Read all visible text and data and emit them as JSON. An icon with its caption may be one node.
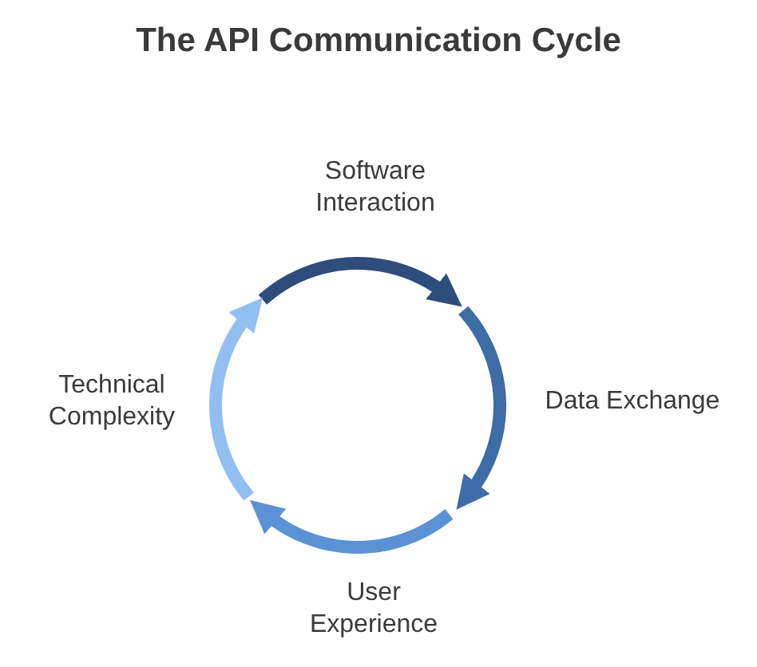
{
  "diagram": {
    "title": "The API Communication Cycle",
    "labels": [
      "Software Interaction",
      "Data Exchange",
      "User Experience",
      "Technical Complexity"
    ]
  }
}
